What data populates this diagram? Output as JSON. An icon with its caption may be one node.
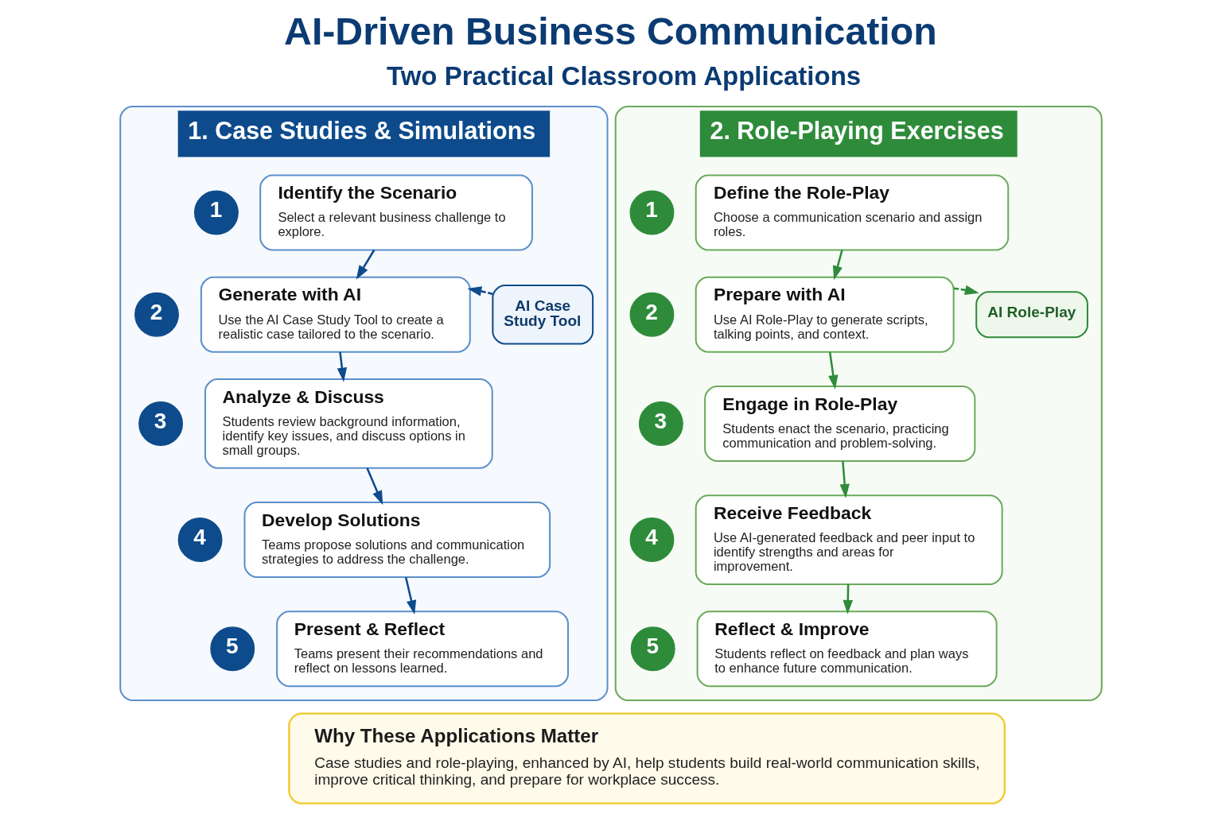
{
  "diagram": {
    "title": "AI-Driven Business Communication",
    "nodes": [
      {
        "text": [
          "1. Case Studies & Simulations"
        ]
      },
      {
        "text": [
          "1"
        ],
        "in": 0
      },
      {
        "text": [
          "Identify the Scenario",
          "Select a relevant business challenge to explore."
        ],
        "in": 0
      },
      {
        "text": [
          "2"
        ],
        "in": 0
      },
      {
        "text": [
          "Generate with AI",
          "Use the AI Case Study Tool to create a realistic case tailored to the scenario."
        ],
        "in": 0
      },
      {
        "text": [
          "AI Case Study Tool"
        ],
        "in": 0
      },
      {
        "text": [
          "3"
        ],
        "in": 0
      },
      {
        "text": [
          "Analyze & Discuss",
          "Students review background information, identify key issues, and discuss options in small groups."
        ],
        "in": 0
      },
      {
        "text": [
          "4"
        ],
        "in": 0
      },
      {
        "text": [
          "Develop Solutions",
          "Teams propose solutions and communication strategies to address the challenge."
        ],
        "in": 0
      },
      {
        "text": [
          "5"
        ],
        "in": 0
      },
      {
        "text": [
          "Present & Reflect",
          "Teams present their recommendations and reflect on lessons learned."
        ],
        "in": 0
      },
      {
        "text": [
          "2. Role-Playing Exercises"
        ]
      },
      {
        "text": [
          "1"
        ],
        "in": 12
      },
      {
        "text": [
          "Define the Role-Play",
          "Choose a communication scenario and assign roles."
        ],
        "in": 12
      },
      {
        "text": [
          "2"
        ],
        "in": 12
      },
      {
        "text": [
          "Prepare with AI",
          "Use AI Role-Play to generate scripts, talking points, and context."
        ],
        "in": 12
      },
      {
        "text": [
          "AI Role-Play"
        ],
        "in": 12
      },
      {
        "text": [
          "3"
        ],
        "in": 12
      },
      {
        "text": [
          "Engage in Role-Play",
          "Students enact the scenario, practicing communication and problem-solving."
        ],
        "in": 12
      },
      {
        "text": [
          "4"
        ],
        "in": 12
      },
      {
        "text": [
          "Receive Feedback",
          "Use AI-generated feedback and peer input to identify strengths and areas for improvement."
        ],
        "in": 12
      },
      {
        "text": [
          "5"
        ],
        "in": 12
      },
      {
        "text": [
          "Reflect & Improve",
          "Students reflect on feedback and plan ways to enhance future communication."
        ],
        "in": 12
      },
      {
        "text": [
          "Why These Applications Matter",
          "Case studies and role-playing, enhanced by AI, help students build real-world communication skills, improve critical thinking, and prepare for workplace success."
        ]
      }
    ],
    "edges": [
      {
        "from": 2,
        "to": 4,
        "arrow": "to",
        "color": "#0d4b8c"
      },
      {
        "from": 5,
        "to": 4,
        "arrow": "to",
        "style": "dashed",
        "color": "#0d4b8c"
      },
      {
        "from": 4,
        "to": 7,
        "arrow": "to",
        "color": "#0d4b8c"
      },
      {
        "from": 7,
        "to": 9,
        "arrow": "to",
        "color": "#0d4b8c"
      },
      {
        "from": 9,
        "to": 11,
        "arrow": "to",
        "color": "#0d4b8c"
      },
      {
        "from": 14,
        "to": 16,
        "arrow": "to",
        "color": "#2e8b3a"
      },
      {
        "from": 16,
        "to": 17,
        "arrow": "to",
        "style": "dashed",
        "color": "#2e8b3a"
      },
      {
        "from": 16,
        "to": 19,
        "arrow": "to",
        "color": "#2e8b3a"
      },
      {
        "from": 19,
        "to": 21,
        "arrow": "to",
        "color": "#2e8b3a"
      },
      {
        "from": 21,
        "to": 23,
        "arrow": "to",
        "color": "#2e8b3a"
      }
    ],
    "labels": [
      "Two Practical Classroom Applications"
    ]
  }
}
